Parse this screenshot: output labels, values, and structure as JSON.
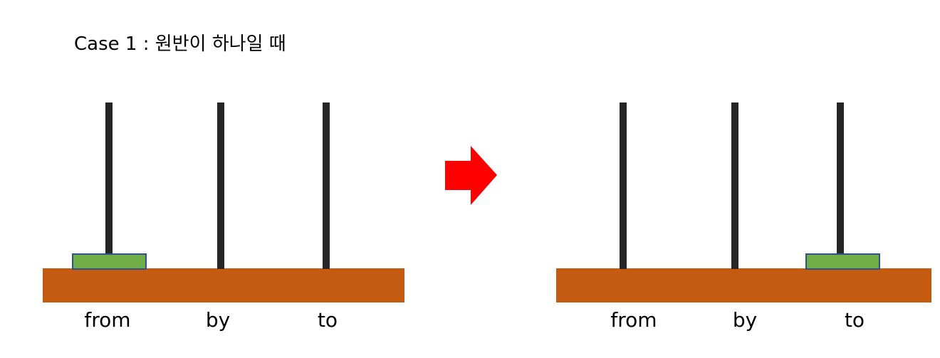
{
  "title": "Case 1 : 원반이 하나일 때",
  "colors": {
    "peg": "#262626",
    "base": "#c55a11",
    "disk_fill": "#70ad47",
    "disk_border": "#2f528f",
    "arrow": "#ff0000"
  },
  "arrow_icon": "right-arrow-icon",
  "scenes": [
    {
      "name": "before",
      "pegs": [
        {
          "label": "from",
          "disks": 1
        },
        {
          "label": "by",
          "disks": 0
        },
        {
          "label": "to",
          "disks": 0
        }
      ]
    },
    {
      "name": "after",
      "pegs": [
        {
          "label": "from",
          "disks": 0
        },
        {
          "label": "by",
          "disks": 0
        },
        {
          "label": "to",
          "disks": 1
        }
      ]
    }
  ]
}
